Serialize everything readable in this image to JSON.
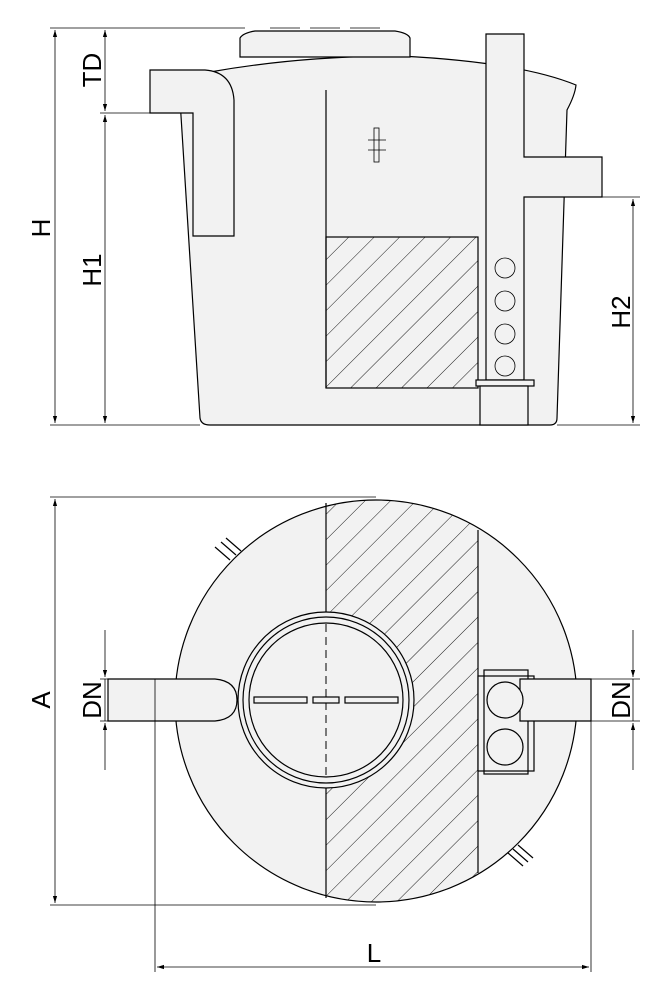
{
  "labels": {
    "h": "H",
    "td": "TD",
    "h1": "H1",
    "h2": "H2",
    "a": "A",
    "dn_left": "DN",
    "dn_right": "DN",
    "l": "L"
  },
  "colors": {
    "line": "#000000",
    "body_fill": "#f2f2f2",
    "background": "#ffffff"
  }
}
